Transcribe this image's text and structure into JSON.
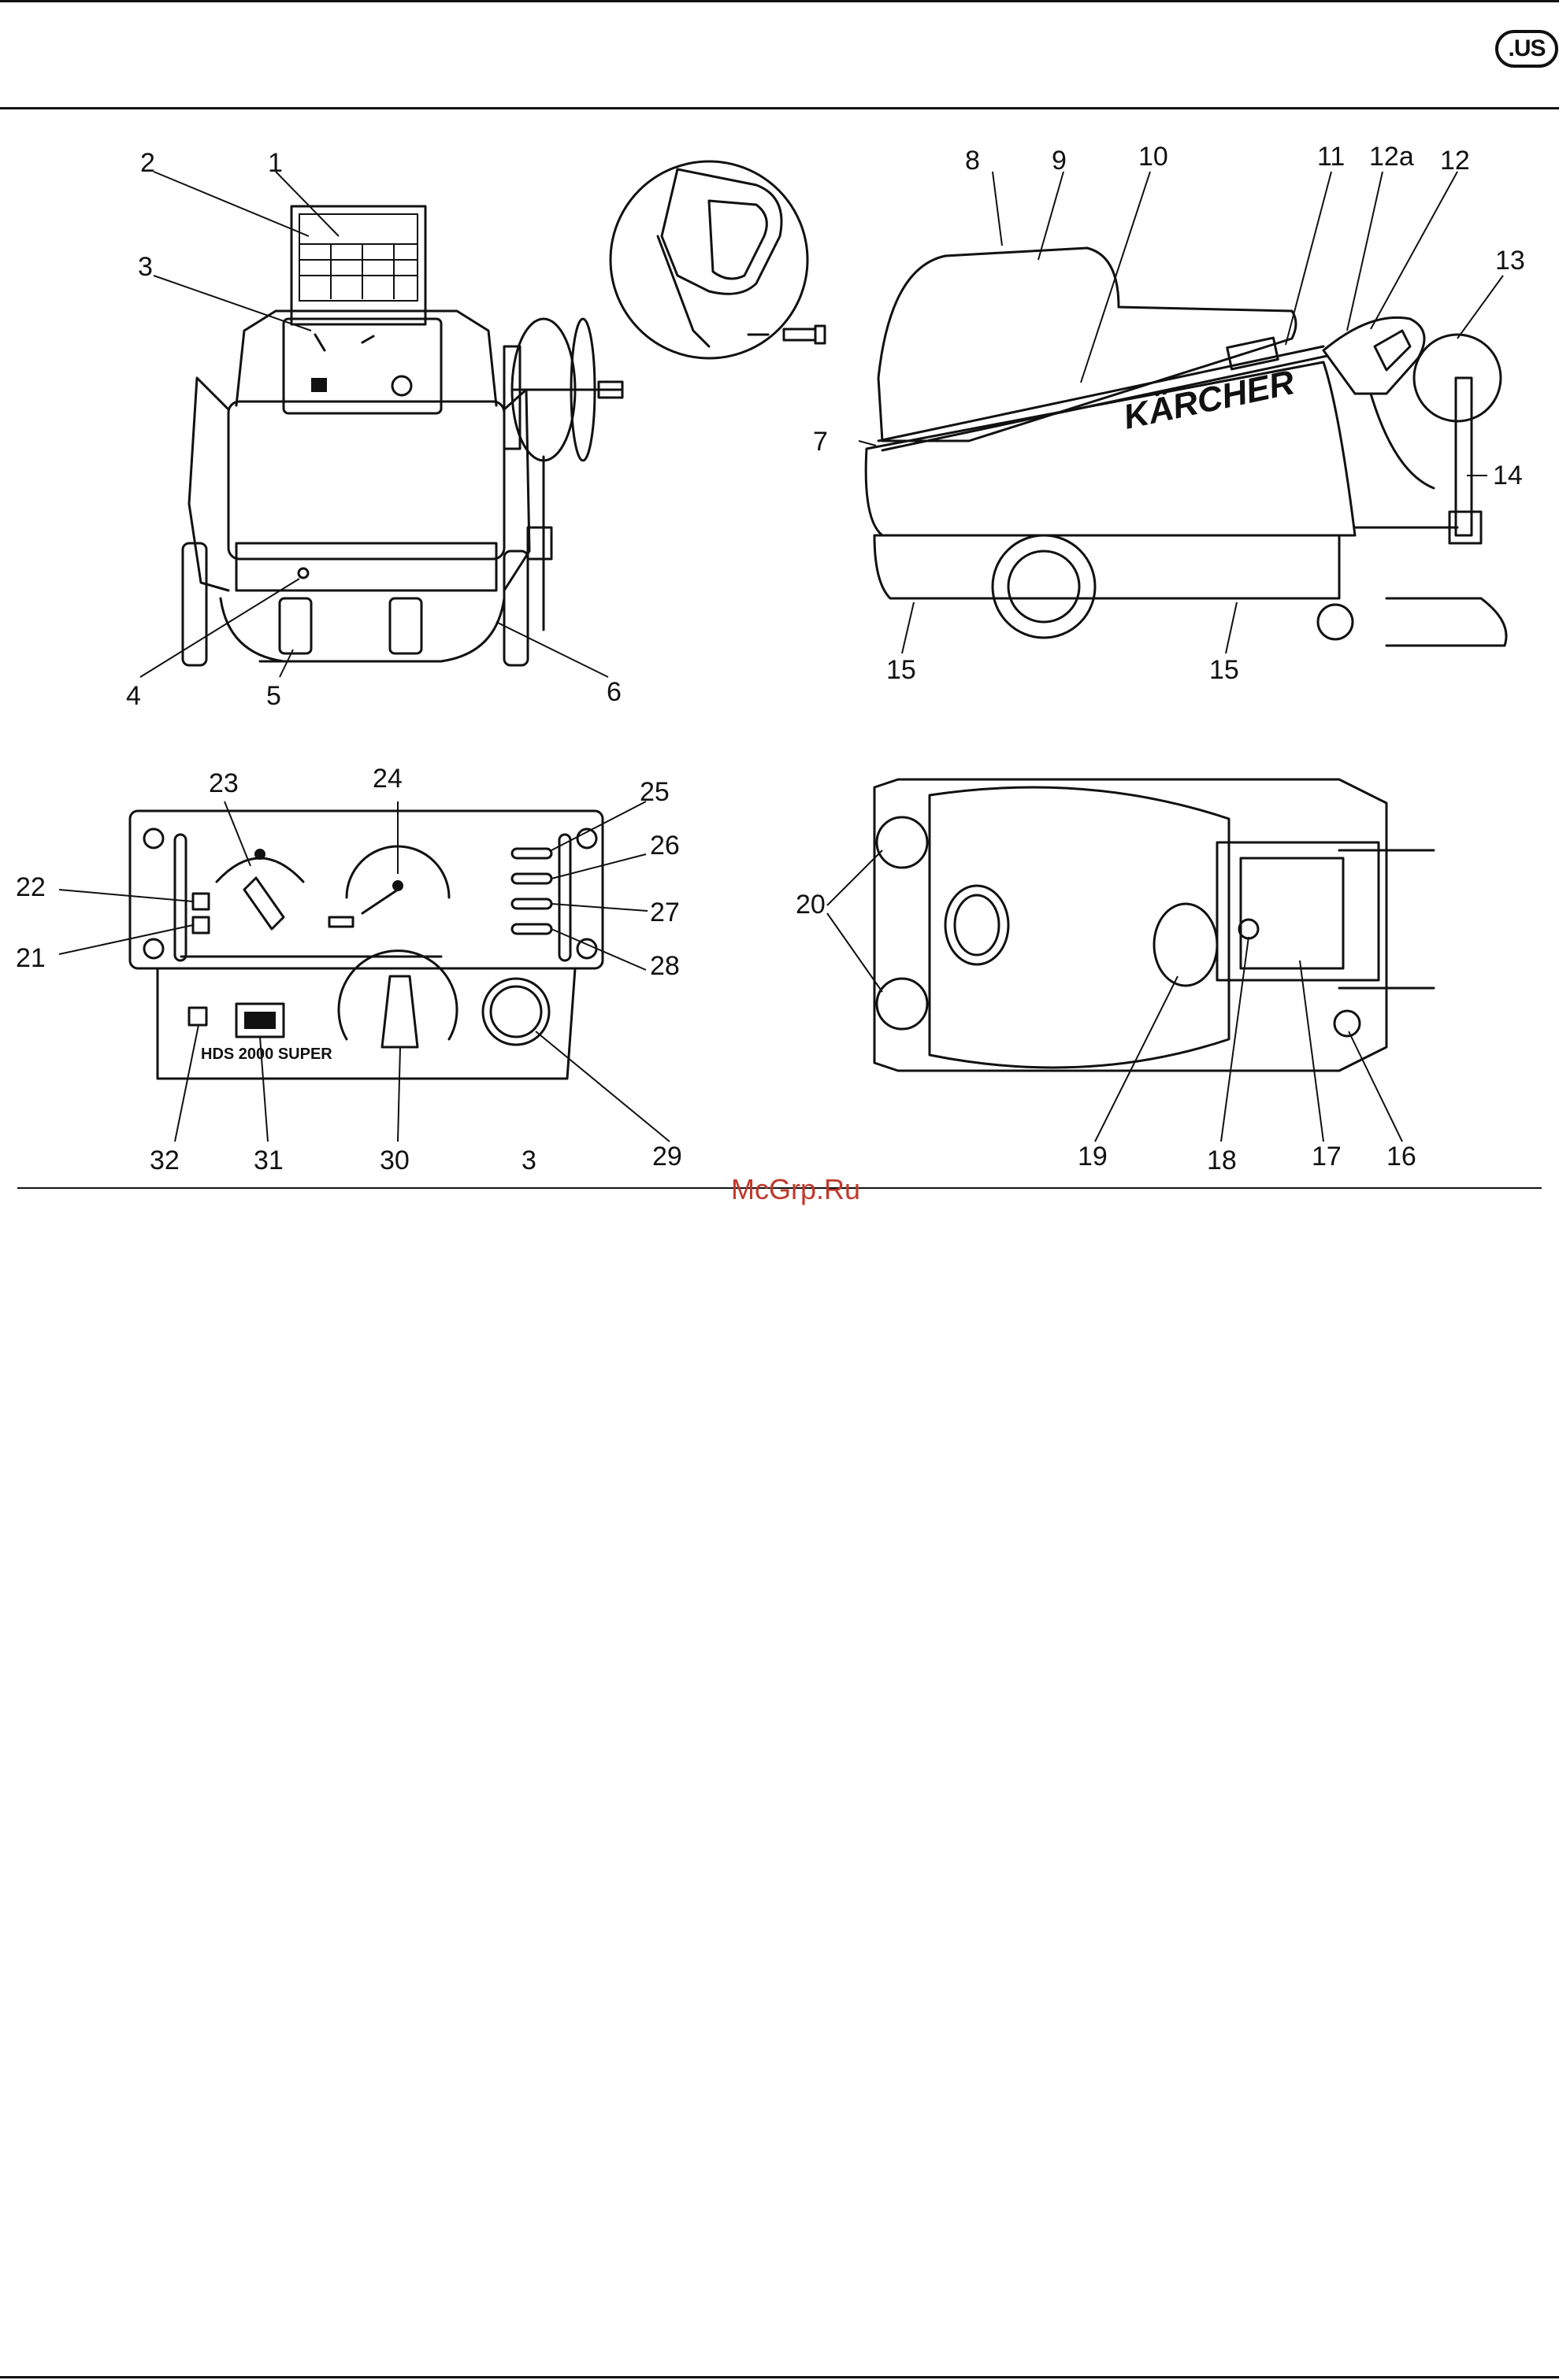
{
  "header": {
    "badge": ".US"
  },
  "brand": {
    "logo_text": "KÄRCHER"
  },
  "callouts": {
    "c1": "1",
    "c2": "2",
    "c3": "3",
    "c4": "4",
    "c5": "5",
    "c6": "6",
    "c7": "7",
    "c8": "8",
    "c9": "9",
    "c10": "10",
    "c11": "11",
    "c12a": "12a",
    "c12": "12",
    "c13": "13",
    "c14": "14",
    "c15a": "15",
    "c15b": "15",
    "c16": "16",
    "c17": "17",
    "c18": "18",
    "c19": "19",
    "c20": "20",
    "c21": "21",
    "c22": "22",
    "c23": "23",
    "c24": "24",
    "c25": "25",
    "c26": "26",
    "c27": "27",
    "c28": "28",
    "c29": "29",
    "c30": "30",
    "c31": "31",
    "c32": "32",
    "c3b": "3"
  },
  "panel": {
    "model_label": "HDS 2000 SUPER"
  },
  "watermark": "McGrp.Ru",
  "colors": {
    "ink": "#111111",
    "paper": "#ffffff",
    "watermark": "#c0392b"
  }
}
